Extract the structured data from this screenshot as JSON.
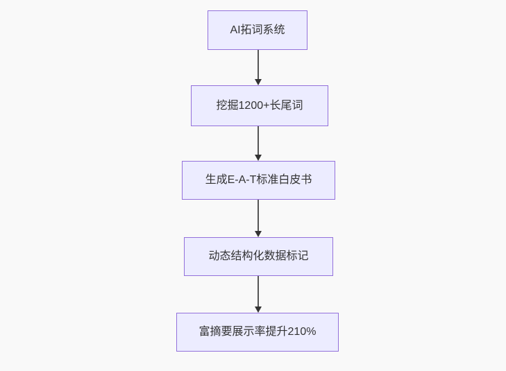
{
  "diagram": {
    "type": "flowchart-top-down",
    "title": "SEO AI workflow flowchart",
    "nodes": [
      {
        "id": "n1",
        "label": "AI拓词系统"
      },
      {
        "id": "n2",
        "label": "挖掘1200+长尾词"
      },
      {
        "id": "n3",
        "label": "生成E-A-T标准白皮书"
      },
      {
        "id": "n4",
        "label": "动态结构化数据标记"
      },
      {
        "id": "n5",
        "label": "富摘要展示率提升210%"
      }
    ],
    "edges": [
      {
        "from": "n1",
        "to": "n2"
      },
      {
        "from": "n2",
        "to": "n3"
      },
      {
        "from": "n3",
        "to": "n4"
      },
      {
        "from": "n4",
        "to": "n5"
      }
    ]
  },
  "colors": {
    "background": "#f9f9f9",
    "node_fill": "#ECECFF",
    "node_border": "#9370DB",
    "node_text": "#333333",
    "edge_line": "#555555",
    "edge_arrowhead": "#333333"
  }
}
